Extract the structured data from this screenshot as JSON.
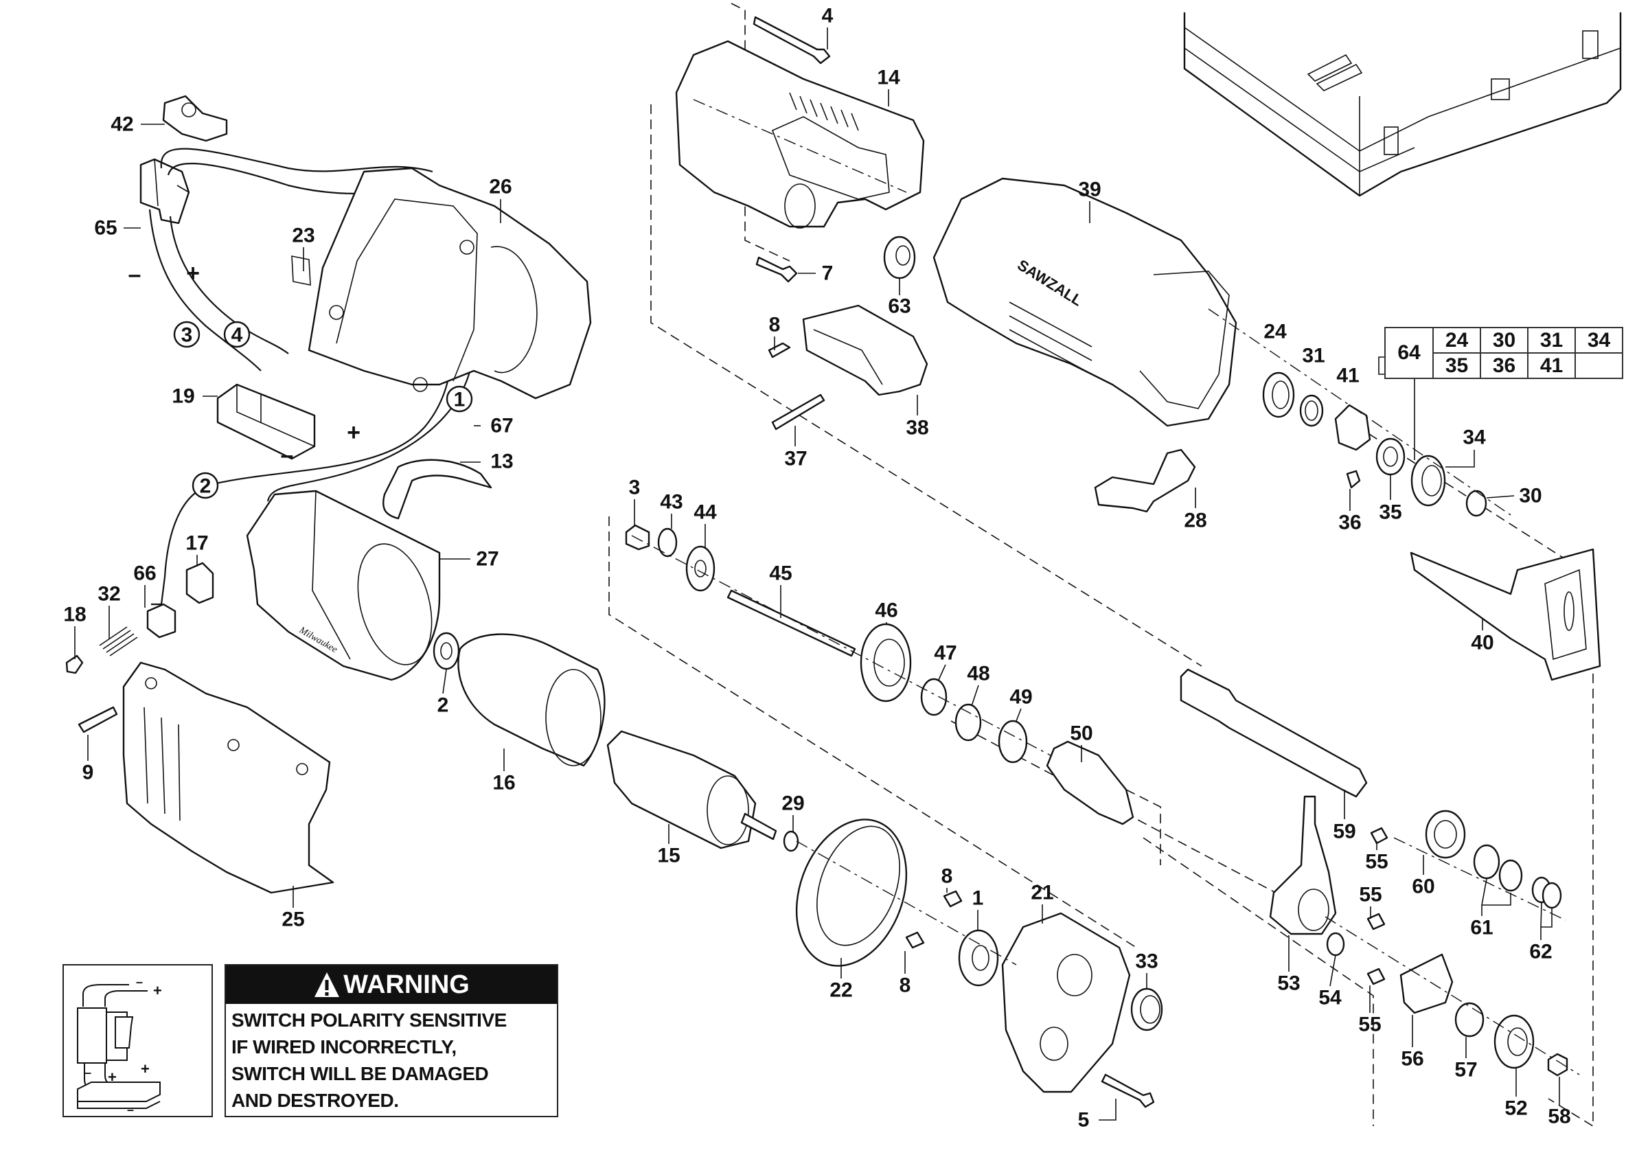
{
  "diagram": {
    "type": "exploded-parts-diagram",
    "subject": "reciprocating saw",
    "brand_marks": [
      "SAWZALL",
      "Milwaukee"
    ]
  },
  "part_labels": [
    {
      "id": "1",
      "text": "1"
    },
    {
      "id": "2",
      "text": "2"
    },
    {
      "id": "3",
      "text": "3"
    },
    {
      "id": "4",
      "text": "4"
    },
    {
      "id": "5",
      "text": "5"
    },
    {
      "id": "7",
      "text": "7"
    },
    {
      "id": "8a",
      "text": "8"
    },
    {
      "id": "8b",
      "text": "8"
    },
    {
      "id": "8c",
      "text": "8"
    },
    {
      "id": "9",
      "text": "9"
    },
    {
      "id": "13",
      "text": "13"
    },
    {
      "id": "14",
      "text": "14"
    },
    {
      "id": "15",
      "text": "15"
    },
    {
      "id": "16",
      "text": "16"
    },
    {
      "id": "17",
      "text": "17"
    },
    {
      "id": "18",
      "text": "18"
    },
    {
      "id": "19",
      "text": "19"
    },
    {
      "id": "21",
      "text": "21"
    },
    {
      "id": "22",
      "text": "22"
    },
    {
      "id": "23",
      "text": "23"
    },
    {
      "id": "24",
      "text": "24"
    },
    {
      "id": "25",
      "text": "25"
    },
    {
      "id": "26",
      "text": "26"
    },
    {
      "id": "27",
      "text": "27"
    },
    {
      "id": "28",
      "text": "28"
    },
    {
      "id": "29",
      "text": "29"
    },
    {
      "id": "30",
      "text": "30"
    },
    {
      "id": "31",
      "text": "31"
    },
    {
      "id": "32",
      "text": "32"
    },
    {
      "id": "33",
      "text": "33"
    },
    {
      "id": "34",
      "text": "34"
    },
    {
      "id": "35",
      "text": "35"
    },
    {
      "id": "36",
      "text": "36"
    },
    {
      "id": "37",
      "text": "37"
    },
    {
      "id": "38",
      "text": "38"
    },
    {
      "id": "39",
      "text": "39"
    },
    {
      "id": "40",
      "text": "40"
    },
    {
      "id": "41",
      "text": "41"
    },
    {
      "id": "42",
      "text": "42"
    },
    {
      "id": "43",
      "text": "43"
    },
    {
      "id": "44",
      "text": "44"
    },
    {
      "id": "45",
      "text": "45"
    },
    {
      "id": "46",
      "text": "46"
    },
    {
      "id": "47",
      "text": "47"
    },
    {
      "id": "48",
      "text": "48"
    },
    {
      "id": "49",
      "text": "49"
    },
    {
      "id": "50",
      "text": "50"
    },
    {
      "id": "52",
      "text": "52"
    },
    {
      "id": "53",
      "text": "53"
    },
    {
      "id": "54",
      "text": "54"
    },
    {
      "id": "55a",
      "text": "55"
    },
    {
      "id": "55b",
      "text": "55"
    },
    {
      "id": "55c",
      "text": "55"
    },
    {
      "id": "56",
      "text": "56"
    },
    {
      "id": "57",
      "text": "57"
    },
    {
      "id": "58",
      "text": "58"
    },
    {
      "id": "59",
      "text": "59"
    },
    {
      "id": "60",
      "text": "60"
    },
    {
      "id": "61",
      "text": "61"
    },
    {
      "id": "62",
      "text": "62"
    },
    {
      "id": "63",
      "text": "63"
    },
    {
      "id": "65",
      "text": "65"
    },
    {
      "id": "66",
      "text": "66"
    },
    {
      "id": "67",
      "text": "67"
    },
    {
      "id": "2b",
      "text": "2"
    }
  ],
  "wire_markers": [
    {
      "id": "w1",
      "text": "1"
    },
    {
      "id": "w2",
      "text": "2"
    },
    {
      "id": "w3",
      "text": "3"
    },
    {
      "id": "w4",
      "text": "4"
    }
  ],
  "polarity_marks": {
    "switch_minus": "–",
    "switch_plus": "+",
    "brush_plus": "+",
    "brush_minus": "–"
  },
  "kit_table": {
    "kit_number": "64",
    "rows": [
      [
        "24",
        "30",
        "31",
        "34"
      ],
      [
        "35",
        "36",
        "41",
        ""
      ]
    ]
  },
  "warning": {
    "title": "WARNING",
    "icon": "warning-triangle-icon",
    "lines": [
      "SWITCH POLARITY SENSITIVE",
      "IF WIRED INCORRECTLY,",
      "SWITCH WILL BE DAMAGED",
      "AND DESTROYED."
    ],
    "illustration_marks": {
      "top_minus": "–",
      "top_plus": "+",
      "left_minus": "–",
      "mid_plus": "+",
      "right_plus": "+",
      "bottom_minus": "–"
    }
  }
}
